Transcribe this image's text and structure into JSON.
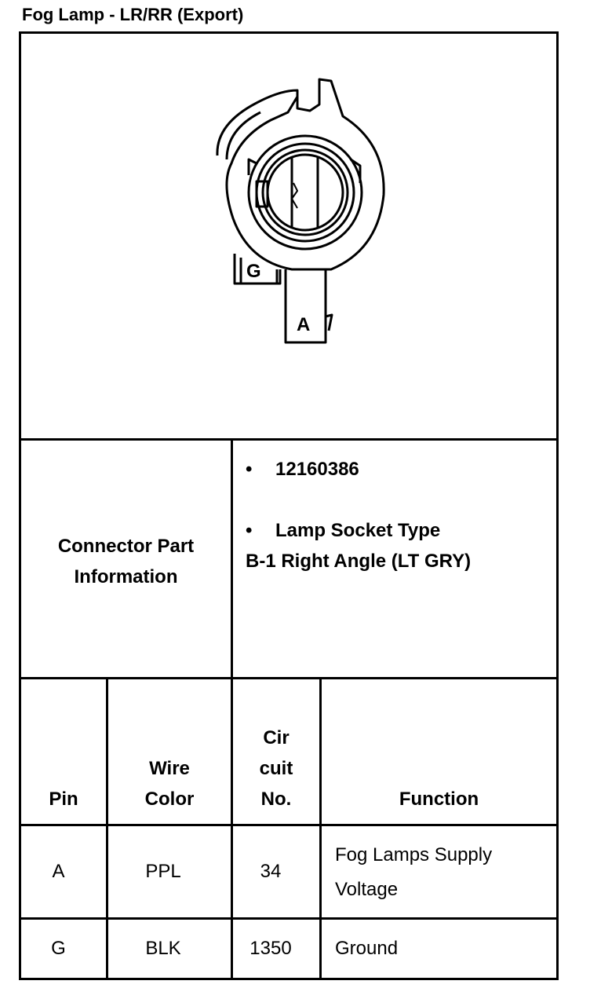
{
  "title": "Fog Lamp - LR/RR (Export)",
  "connector": {
    "pin_labels": {
      "g": "G",
      "a": "A"
    }
  },
  "part_info": {
    "label_line1": "Connector Part",
    "label_line2": "Information",
    "bullet": "•",
    "part_number": "12160386",
    "socket_type": "Lamp Socket Type",
    "socket_desc": "B-1 Right Angle (LT GRY)"
  },
  "headers": {
    "pin": "Pin",
    "wire_color_1": "Wire",
    "wire_color_2": "Color",
    "circuit_1": "Cir",
    "circuit_2": "cuit",
    "circuit_3": "No.",
    "function": "Function"
  },
  "rows": [
    {
      "pin": "A",
      "wire": "PPL",
      "circuit": "34",
      "function_1": "Fog Lamps Supply",
      "function_2": "Voltage"
    },
    {
      "pin": "G",
      "wire": "BLK",
      "circuit": "1350",
      "function_1": "Ground",
      "function_2": ""
    }
  ]
}
